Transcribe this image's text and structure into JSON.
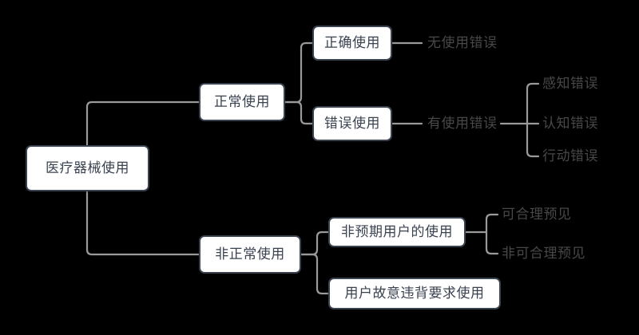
{
  "diagram": {
    "type": "mindmap",
    "title": "医疗器械使用",
    "background_color": "#000000",
    "node_fill": "#ffffff",
    "node_border_color": "#3a4250",
    "node_text_color": "#3a4250",
    "leaf_text_color": "#484848",
    "edge_color": "#9a9a9a"
  },
  "nodes": {
    "root": {
      "label": "医疗器械使用"
    },
    "normal_use": {
      "label": "正常使用"
    },
    "correct_use": {
      "label": "正确使用"
    },
    "incorrect_use": {
      "label": "错误使用"
    },
    "abnormal_use": {
      "label": "非正常使用"
    },
    "unintended_user_use": {
      "label": "非预期用户的使用"
    },
    "intentional_violation_use": {
      "label": "用户故意违背要求使用"
    }
  },
  "leaves": {
    "no_use_error": {
      "label": "无使用错误"
    },
    "has_use_error": {
      "label": "有使用错误"
    },
    "perception_error": {
      "label": "感知错误"
    },
    "cognition_error": {
      "label": "认知错误"
    },
    "action_error": {
      "label": "行动错误"
    },
    "reasonably_foreseeable": {
      "label": "可合理预见"
    },
    "not_reasonably_foreseeable": {
      "label": "非可合理预见"
    }
  }
}
